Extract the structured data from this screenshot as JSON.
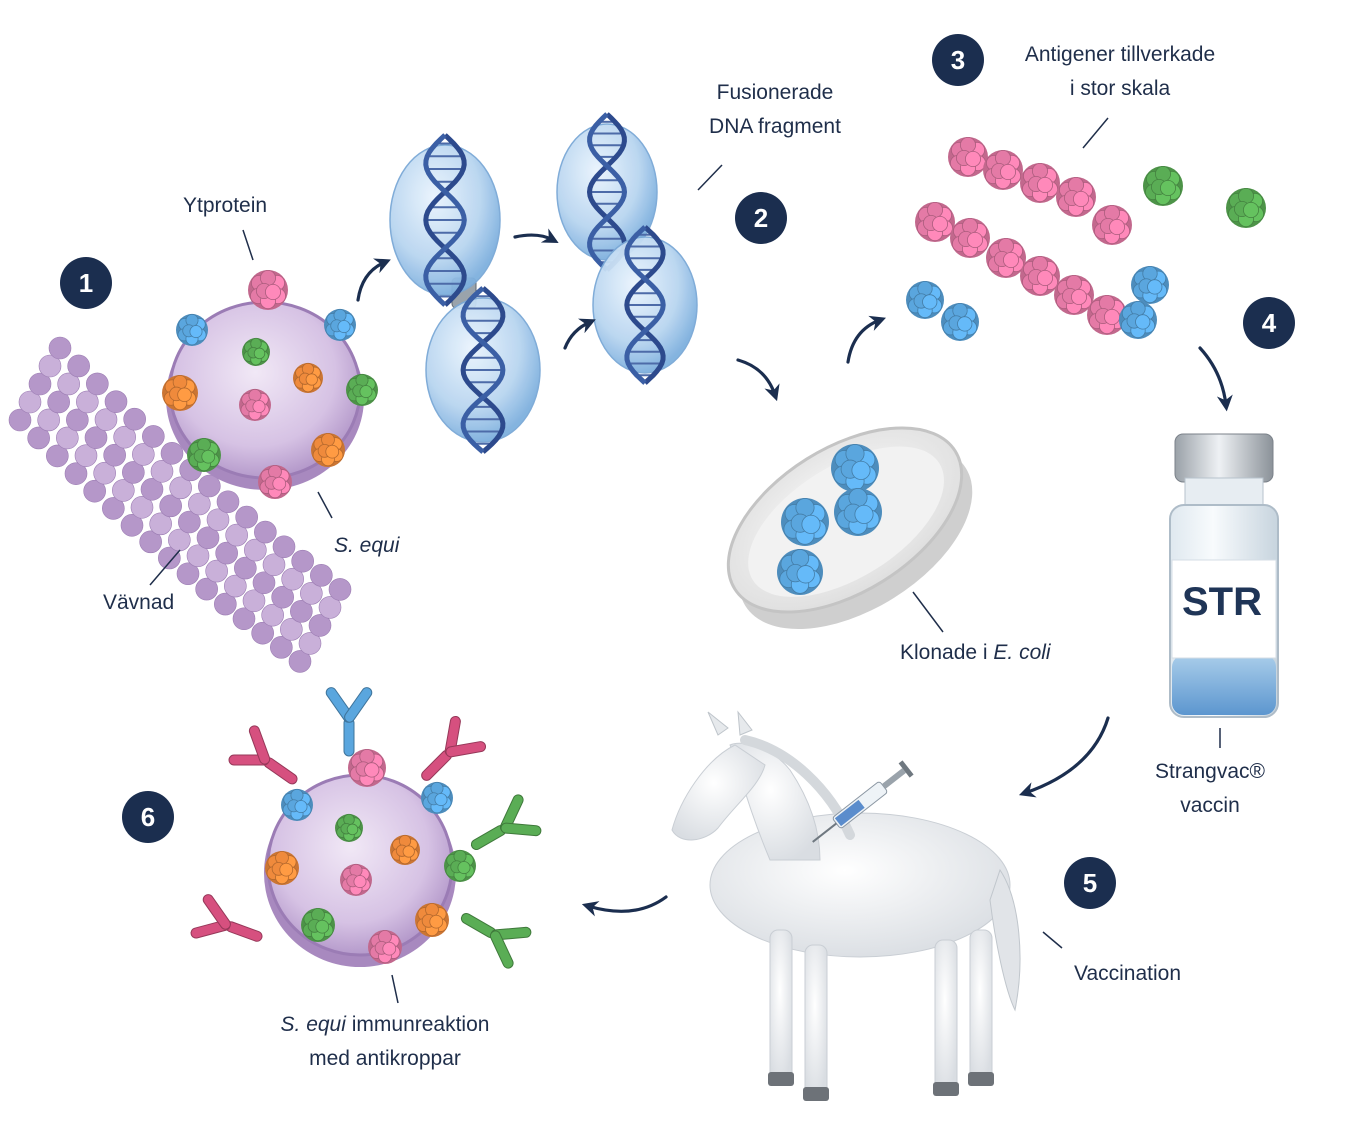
{
  "steps": [
    "1",
    "2",
    "3",
    "4",
    "5",
    "6"
  ],
  "labels": {
    "ytprotein": "Ytprotein",
    "s_equi": "S. equi",
    "vavnad": "Vävnad",
    "fusion_line1": "Fusionerade",
    "fusion_line2": "DNA fragment",
    "antigen_line1": "Antigener tillverkade",
    "antigen_line2": "i stor skala",
    "klonade_prefix": "Klonade i ",
    "klonade_ecoli": "E. coli",
    "vial_text": "STR",
    "strangvac_line1": "Strangvac®",
    "strangvac_line2": "vaccin",
    "vaccination": "Vaccination",
    "immun_italic": "S. equi",
    "immun_rest": " immunreaktion",
    "immun_line2": "med antikroppar"
  },
  "colors": {
    "navy": "#1b2e4f",
    "pink": "#e47aa6",
    "blue": "#5aa6de",
    "green": "#5aad55",
    "orange": "#ef8a3c",
    "cell": "#d9c6e6",
    "tissue": "#b597c9",
    "capsule": "#b9d6f1",
    "dna": "#2d4a8d"
  }
}
